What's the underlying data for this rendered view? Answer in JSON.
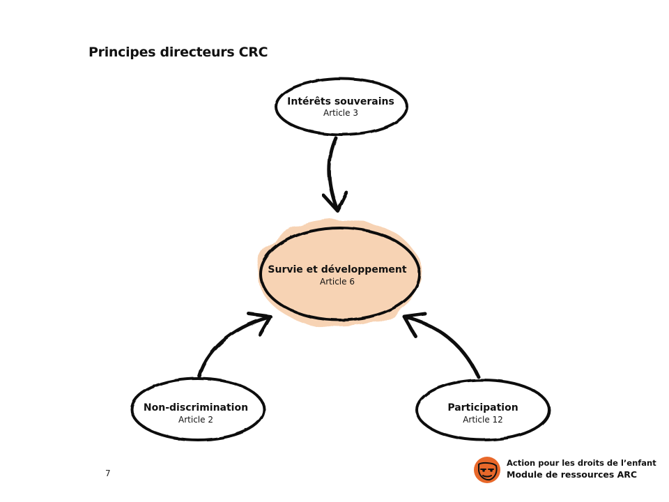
{
  "title": "Principes directeurs CRC",
  "diagram": {
    "center": {
      "title": "Survie et développement",
      "subtitle": "Article 6"
    },
    "top": {
      "title": "Intérêts souverains",
      "subtitle": "Article 3"
    },
    "left": {
      "title": "Non-discrimination",
      "subtitle": "Article 2"
    },
    "right": {
      "title": "Participation",
      "subtitle": "Article 12"
    }
  },
  "colors": {
    "center_fill": "#f7d3b4",
    "ink": "#111111",
    "logo": "#e8682a"
  },
  "page_number": "7",
  "footer": {
    "line1": "Action pour les droits de l’enfant",
    "line2": "Module de ressources ARC"
  }
}
